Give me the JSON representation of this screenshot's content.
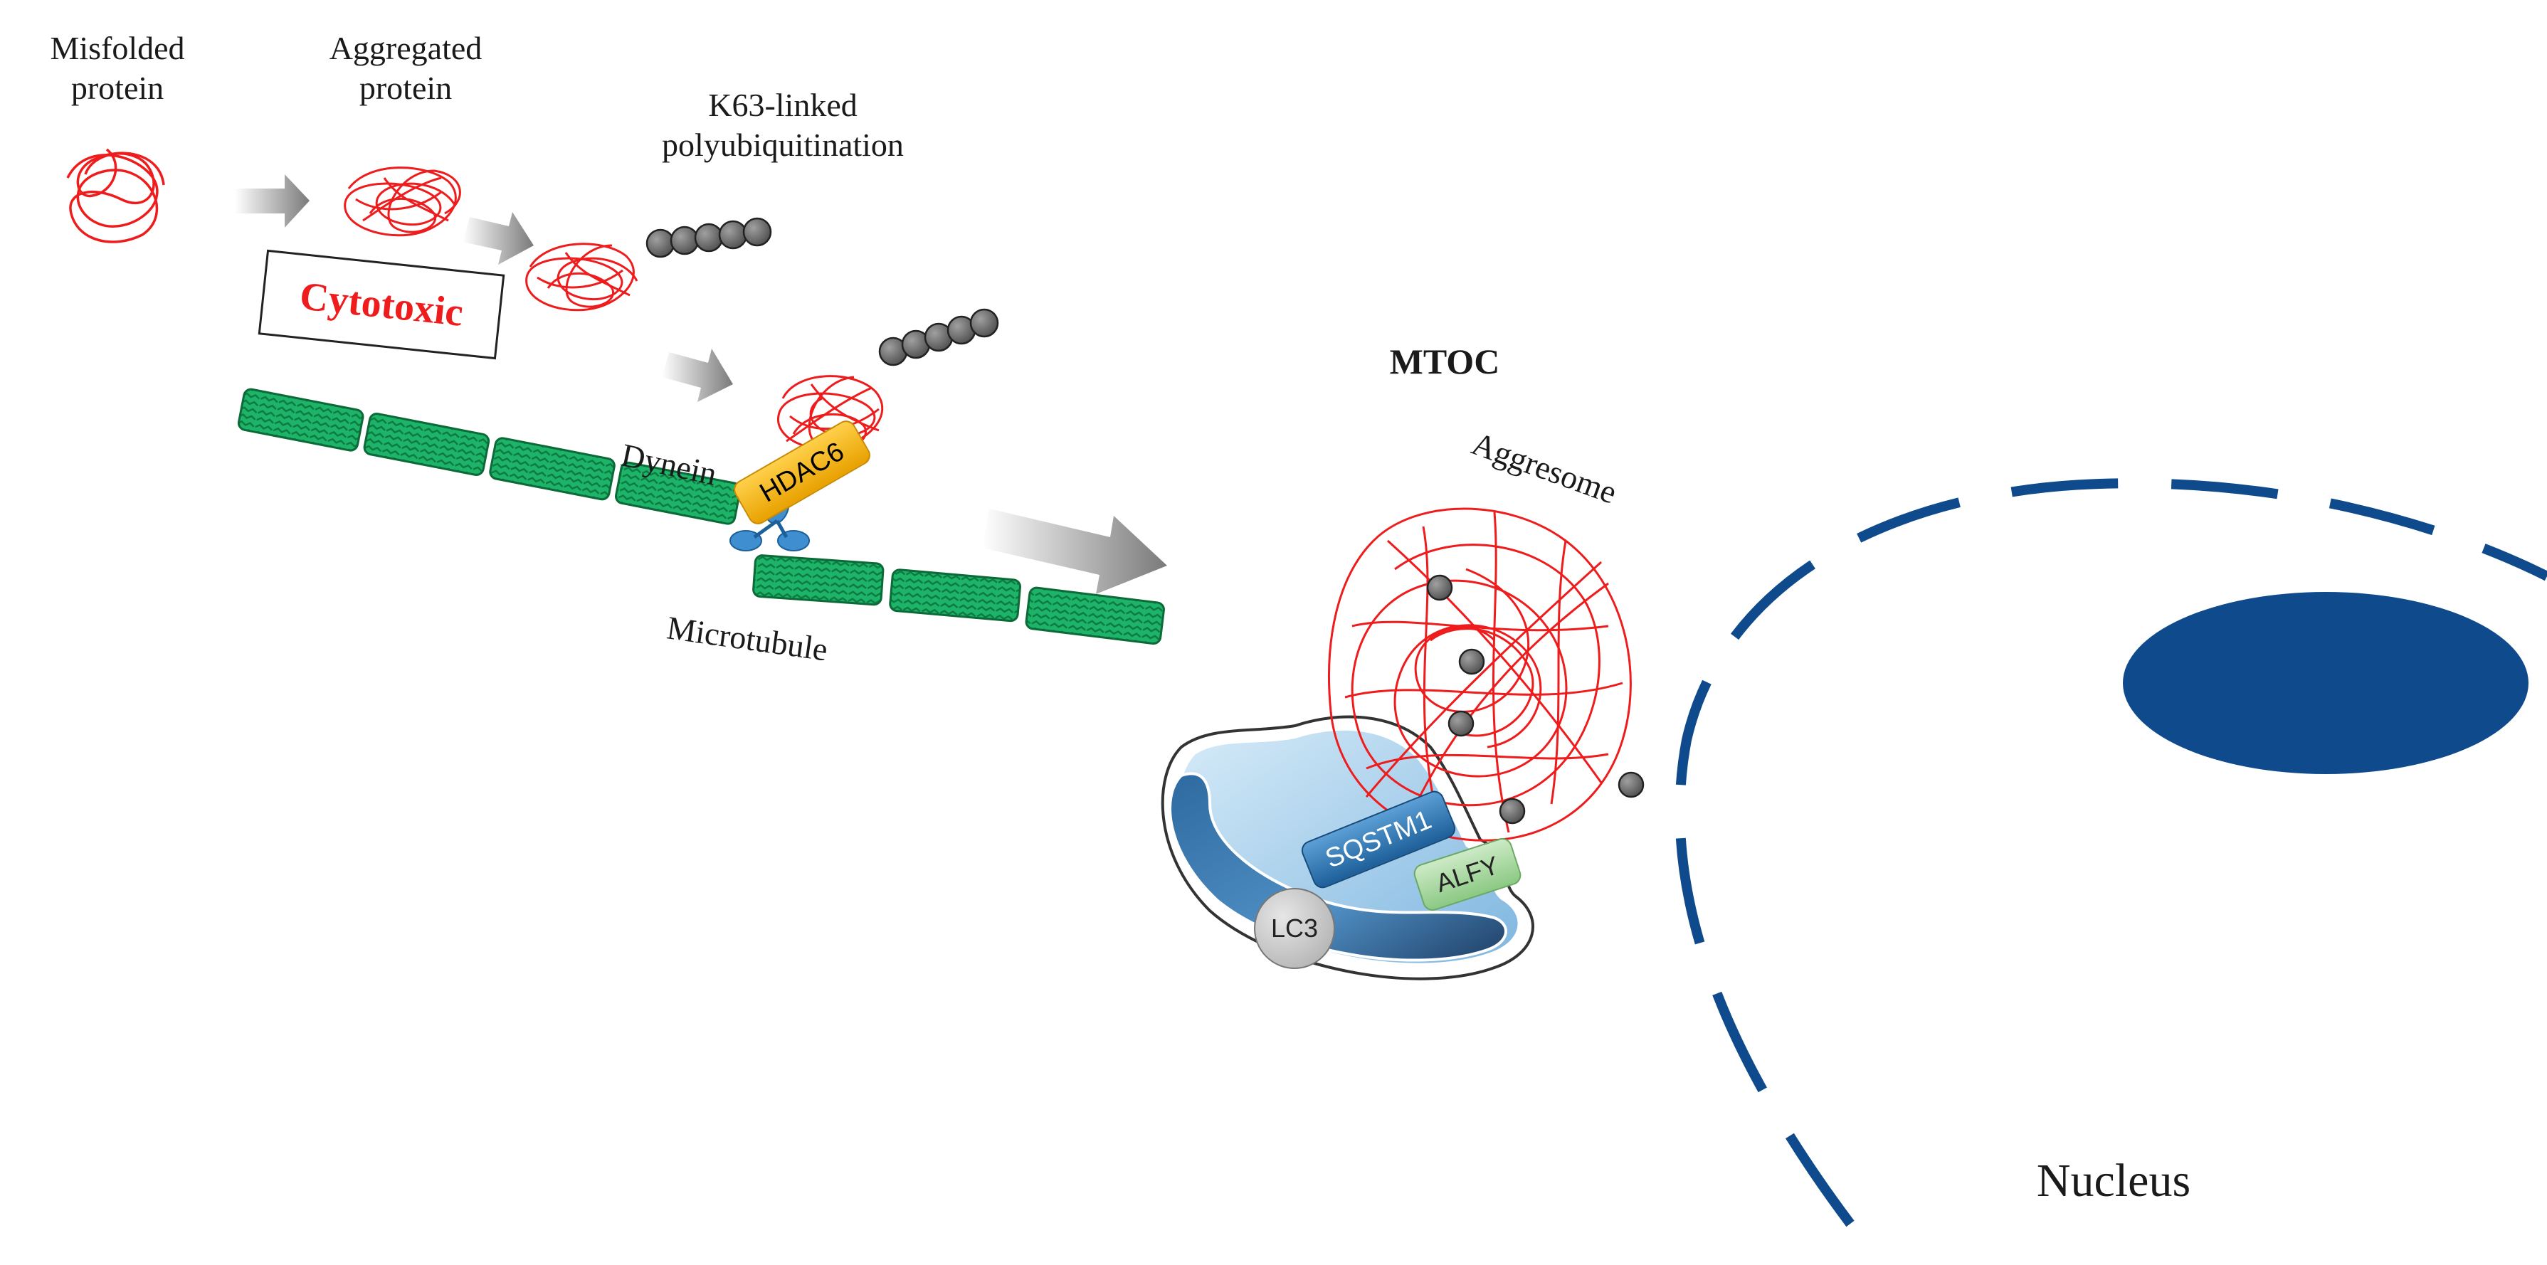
{
  "labels": {
    "misfolded": [
      "Misfolded",
      "protein"
    ],
    "aggregated": [
      "Aggregated",
      "protein"
    ],
    "k63": [
      "K63-linked",
      "polyubiquitination"
    ],
    "cytotoxic": "Cytotoxic",
    "dynein": "Dynein",
    "hdac6": "HDAC6",
    "microtubule": "Microtubule",
    "mtoc": "MTOC",
    "aggresome": "Aggresome",
    "sqstm1": "SQSTM1",
    "alfy": "ALFY",
    "lc3": "LC3",
    "nucleus": "Nucleus"
  },
  "colors": {
    "protein": "#ee1c1c",
    "ubiquitin": "#6b6b6b",
    "microtubule": "#1db469",
    "hdac6": "#f5b416",
    "dynein": "#3f8fd0",
    "nucleus": "#0e4a8c",
    "autophagosome": "#8ec3e8",
    "sqstm1": "#2f78b7",
    "alfy": "#a9d9a5",
    "lc3": "#c9c9c9",
    "cytotoxic": "#ee1c1c",
    "arrow": "#8a8a8a"
  }
}
